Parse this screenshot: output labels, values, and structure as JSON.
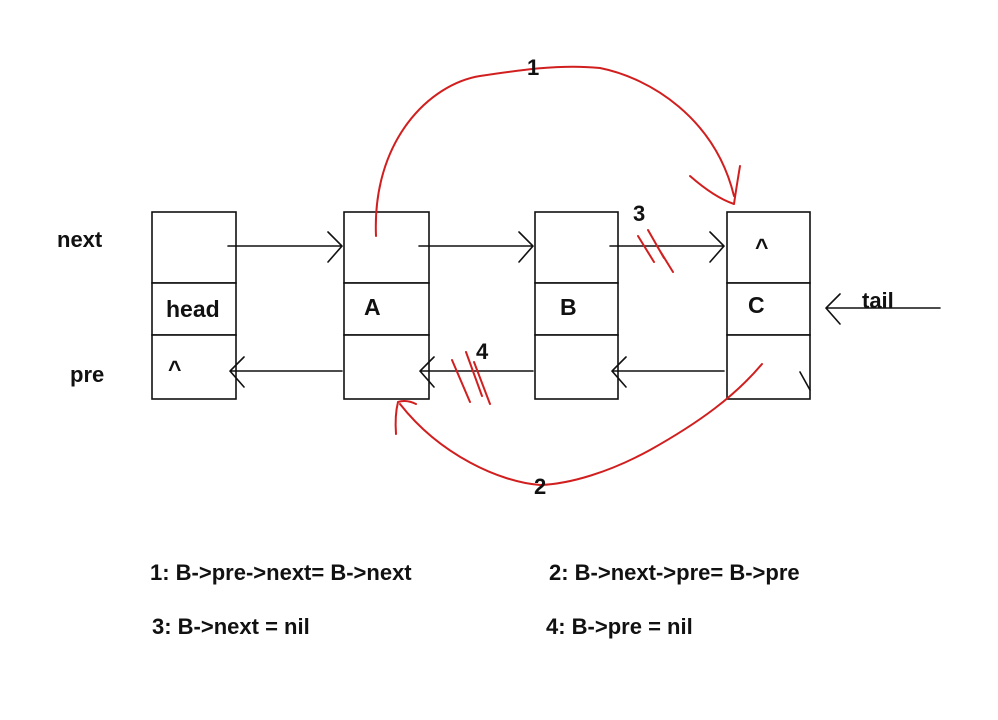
{
  "colors": {
    "ink": "#111111",
    "annotation_red": "#d11f1f",
    "background": "#ffffff"
  },
  "row_labels": {
    "next": "next",
    "pre": "pre"
  },
  "nodes": [
    {
      "id": "head",
      "next_value": "",
      "data": "head",
      "pre_value": "^"
    },
    {
      "id": "A",
      "next_value": "",
      "data": "A",
      "pre_value": ""
    },
    {
      "id": "B",
      "next_value": "",
      "data": "B",
      "pre_value": ""
    },
    {
      "id": "C",
      "next_value": "^",
      "data": "C",
      "pre_value": ""
    }
  ],
  "tail_label": "tail",
  "step_numbers": {
    "one": "1",
    "two": "2",
    "three": "3",
    "four": "4"
  },
  "formulas": {
    "f1": "1:  B->pre->next= B->next",
    "f2": "2: B->next->pre= B->pre",
    "f3": "3: B->next = nil",
    "f4": "4: B->pre = nil"
  }
}
